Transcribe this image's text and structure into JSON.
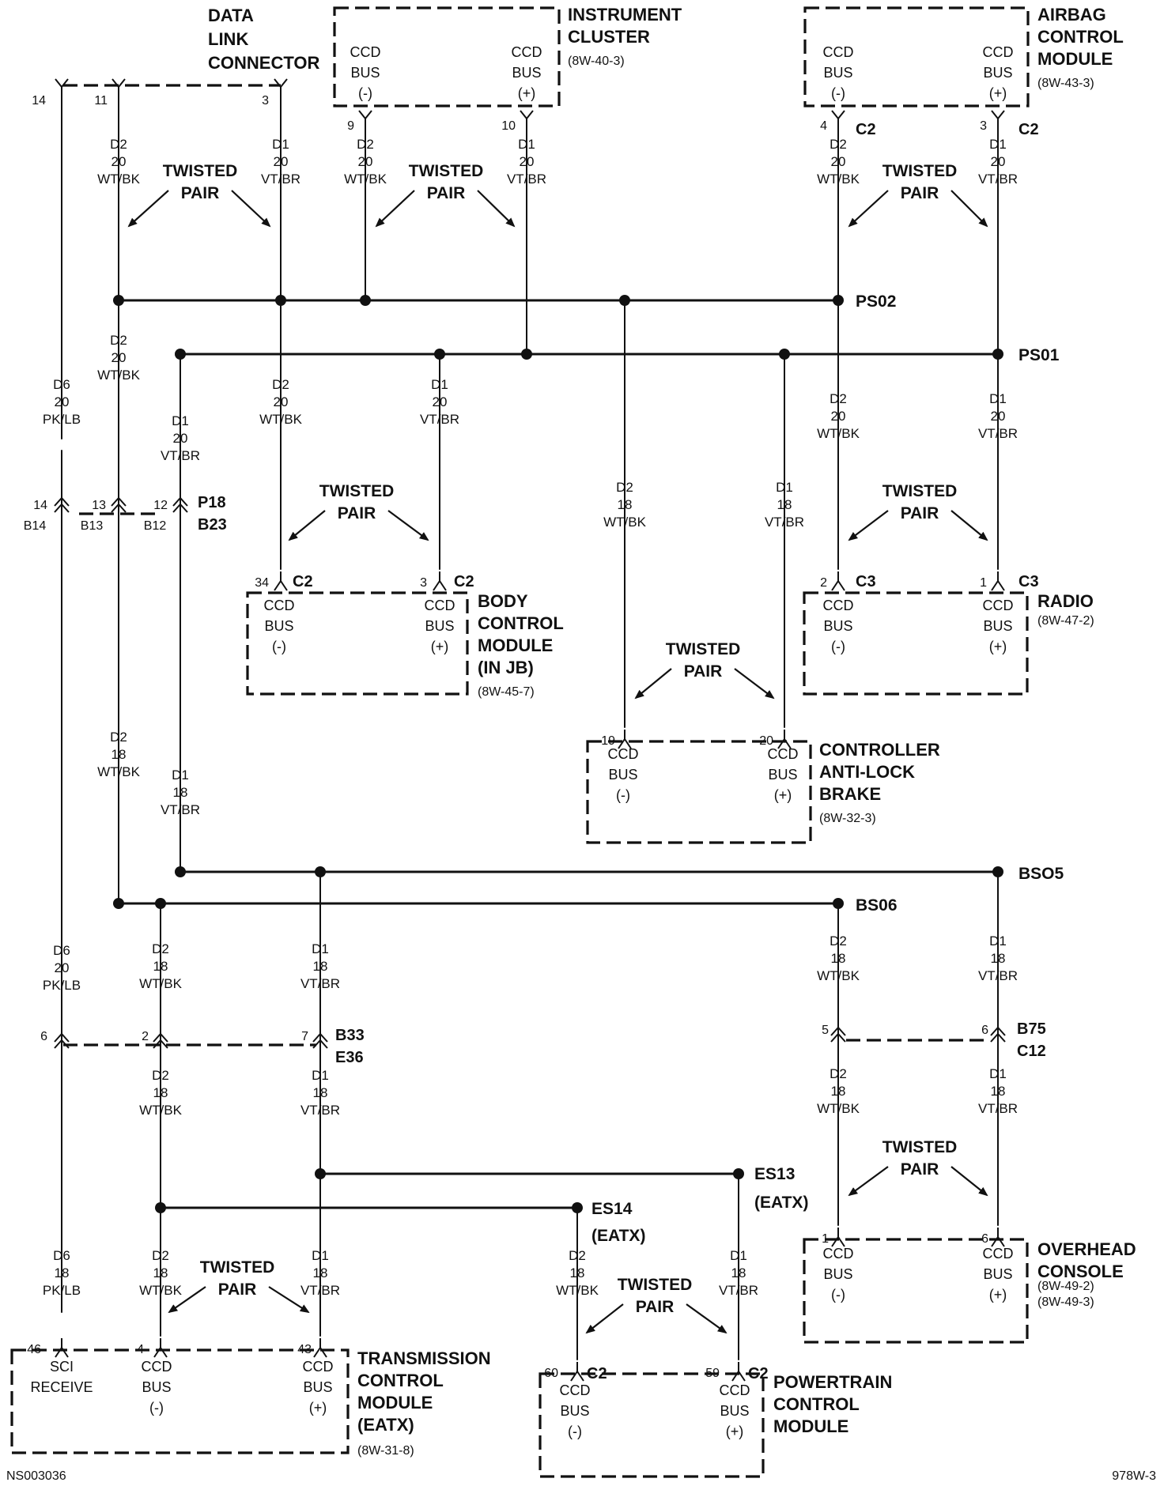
{
  "figure_id": "NS003036",
  "page_ref": "978W-3",
  "twisted_pair_label": [
    "TWISTED",
    "PAIR"
  ],
  "modules": [
    {
      "key": "dlc",
      "name": [
        "DATA",
        "LINK",
        "CONNECTOR"
      ]
    },
    {
      "key": "ic",
      "name": [
        "INSTRUMENT",
        "CLUSTER"
      ],
      "ref": [
        "(8W-40-3)"
      ],
      "pins": [
        [
          "CCD",
          "BUS",
          "(-)"
        ],
        [
          "CCD",
          "BUS",
          "(+)"
        ]
      ]
    },
    {
      "key": "acm",
      "name": [
        "AIRBAG",
        "CONTROL",
        "MODULE"
      ],
      "ref": [
        "(8W-43-3)"
      ],
      "pins": [
        [
          "CCD",
          "BUS",
          "(-)"
        ],
        [
          "CCD",
          "BUS",
          "(+)"
        ]
      ]
    },
    {
      "key": "bcm",
      "name": [
        "BODY",
        "CONTROL",
        "MODULE",
        "(IN JB)"
      ],
      "ref": [
        "(8W-45-7)"
      ],
      "pins": [
        [
          "CCD",
          "BUS",
          "(-)"
        ],
        [
          "CCD",
          "BUS",
          "(+)"
        ]
      ]
    },
    {
      "key": "radio",
      "name": [
        "RADIO"
      ],
      "ref": [
        "(8W-47-2)"
      ],
      "pins": [
        [
          "CCD",
          "BUS",
          "(-)"
        ],
        [
          "CCD",
          "BUS",
          "(+)"
        ]
      ]
    },
    {
      "key": "cab",
      "name": [
        "CONTROLLER",
        "ANTI-LOCK",
        "BRAKE"
      ],
      "ref": [
        "(8W-32-3)"
      ],
      "pins": [
        [
          "CCD",
          "BUS",
          "(-)"
        ],
        [
          "CCD",
          "BUS",
          "(+)"
        ]
      ]
    },
    {
      "key": "ohc",
      "name": [
        "OVERHEAD",
        "CONSOLE"
      ],
      "ref": [
        "(8W-49-2)",
        "(8W-49-3)"
      ],
      "pins": [
        [
          "CCD",
          "BUS",
          "(-)"
        ],
        [
          "CCD",
          "BUS",
          "(+)"
        ]
      ]
    },
    {
      "key": "tcm",
      "name": [
        "TRANSMISSION",
        "CONTROL",
        "MODULE",
        "(EATX)"
      ],
      "ref": [
        "(8W-31-8)"
      ],
      "pins": [
        [
          "SCI",
          "RECEIVE"
        ],
        [
          "CCD",
          "BUS",
          "(-)"
        ],
        [
          "CCD",
          "BUS",
          "(+)"
        ]
      ]
    },
    {
      "key": "pcm",
      "name": [
        "POWERTRAIN",
        "CONTROL",
        "MODULE"
      ],
      "pins": [
        [
          "CCD",
          "BUS",
          "(-)"
        ],
        [
          "CCD",
          "BUS",
          "(+)"
        ]
      ]
    }
  ],
  "splices": [
    "PS02",
    "PS01",
    "BSO5",
    "BS06",
    "ES13",
    "(EATX)",
    "ES14",
    "(EATX)"
  ],
  "connectors": [
    "C2",
    "C2",
    "C2",
    "C2",
    "C3",
    "C3",
    "C2",
    "C2",
    "P18",
    "B23",
    "B33",
    "E36",
    "B75",
    "C12"
  ],
  "pin_numbers": [
    "14",
    "11",
    "3",
    "9",
    "10",
    "4",
    "3",
    "34",
    "3",
    "2",
    "1",
    "19",
    "20",
    "14",
    "13",
    "12",
    "B14",
    "B13",
    "B12",
    "6",
    "2",
    "7",
    "5",
    "6",
    "1",
    "6",
    "46",
    "4",
    "43",
    "60",
    "59"
  ],
  "wire_labels": [
    [
      "D2",
      "20",
      "WT/BK"
    ],
    [
      "D1",
      "20",
      "VT/BR"
    ],
    [
      "D2",
      "20",
      "WT/BK"
    ],
    [
      "D1",
      "20",
      "VT/BR"
    ],
    [
      "D2",
      "20",
      "WT/BK"
    ],
    [
      "D1",
      "20",
      "VT/BR"
    ],
    [
      "D2",
      "20",
      "WT/BK"
    ],
    [
      "D1",
      "20",
      "VT/BR"
    ],
    [
      "D2",
      "20",
      "WT/BK"
    ],
    [
      "D1",
      "20",
      "VT/BR"
    ],
    [
      "D2",
      "18",
      "WT/BK"
    ],
    [
      "D1",
      "18",
      "VT/BR"
    ],
    [
      "D2",
      "20",
      "WT/BK"
    ],
    [
      "D1",
      "20",
      "VT/BR"
    ],
    [
      "D6",
      "20",
      "PK/LB"
    ],
    [
      "D2",
      "18",
      "WT/BK"
    ],
    [
      "D1",
      "18",
      "VT/BR"
    ],
    [
      "D6",
      "20",
      "PK/LB"
    ],
    [
      "D2",
      "18",
      "WT/BK"
    ],
    [
      "D1",
      "18",
      "VT/BR"
    ],
    [
      "D2",
      "18",
      "WT/BK"
    ],
    [
      "D1",
      "18",
      "VT/BR"
    ],
    [
      "D2",
      "18",
      "WT/BK"
    ],
    [
      "D1",
      "18",
      "VT/BR"
    ],
    [
      "D2",
      "18",
      "WT/BK"
    ],
    [
      "D1",
      "18",
      "VT/BR"
    ],
    [
      "D6",
      "18",
      "PK/LB"
    ],
    [
      "D2",
      "18",
      "WT/BK"
    ],
    [
      "D1",
      "18",
      "VT/BR"
    ],
    [
      "D2",
      "18",
      "WT/BK"
    ],
    [
      "D1",
      "18",
      "VT/BR"
    ]
  ]
}
